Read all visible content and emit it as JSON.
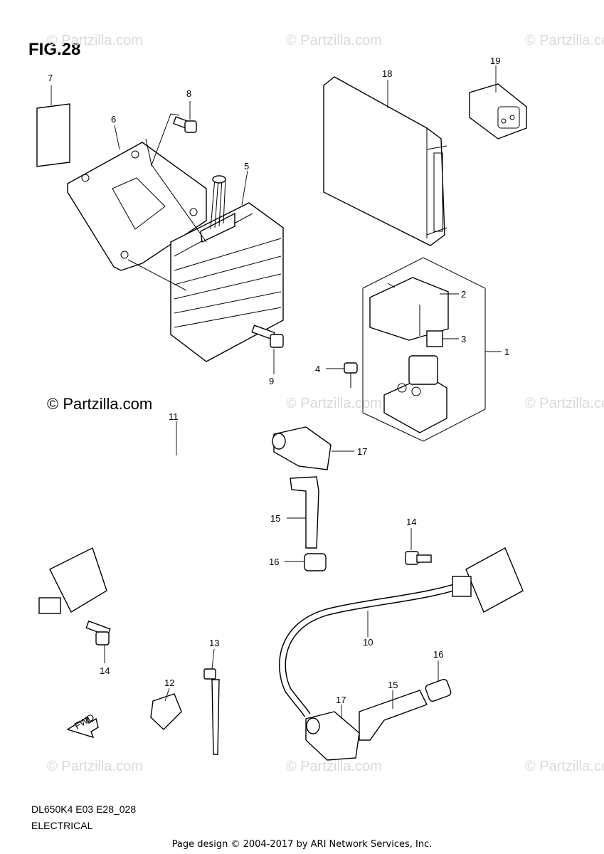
{
  "figure": {
    "title": "FIG.28"
  },
  "watermark": "© Partzilla.com",
  "copyright": "© Partzilla.com",
  "footer": {
    "model_code": "DL650K4 E03 E28_028",
    "section": "ELECTRICAL",
    "page_credit": "Page design © 2004-2017 by ARI Network Services, Inc."
  },
  "callouts": {
    "c1": "1",
    "c2": "2",
    "c3": "3",
    "c4": "4",
    "c5": "5",
    "c6": "6",
    "c7": "7",
    "c8": "8",
    "c9": "9",
    "c10": "10",
    "c11": "11",
    "c12": "12",
    "c13": "13",
    "c14a": "14",
    "c14b": "14",
    "c15a": "15",
    "c15b": "15",
    "c16a": "16",
    "c16b": "16",
    "c17a": "17",
    "c17b": "17",
    "c18": "18",
    "c19": "19"
  },
  "fwd_label": "FWD"
}
